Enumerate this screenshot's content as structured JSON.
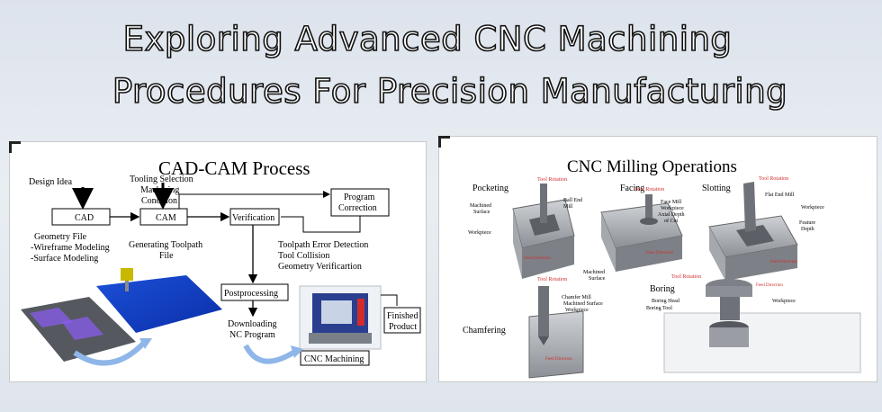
{
  "header": {
    "line1": "Exploring Advanced CNC Machining",
    "line2": "Procedures For Precision Manufacturing"
  },
  "cadcam": {
    "title": "CAD-CAM Process",
    "design_idea": "Design Idea",
    "tooling1": "Tooling Selection",
    "tooling2": "Machining",
    "tooling3": "Condition",
    "cad": "CAD",
    "cam": "CAM",
    "verification": "Verification",
    "program1": "Program",
    "program2": "Correction",
    "geometry1": "Geometry File",
    "geometry2": "-Wireframe Modeling",
    "geometry3": "-Surface Modeling",
    "gen1": "Generating Toolpath",
    "gen2": "File",
    "err1": "Toolpath Error Detection",
    "err2": "Tool Collision",
    "err3": "Geometry Verificartion",
    "postprocessing": "Postprocessing",
    "download1": "Downloading",
    "download2": "NC Program",
    "finished1": "Finished",
    "finished2": "Product",
    "cnc_machining": "CNC Machining"
  },
  "milling": {
    "title": "CNC Milling Operations",
    "pocketing": "Pocketing",
    "facing": "Facing",
    "slotting": "Slotting",
    "boring": "Boring",
    "chamfering": "Chamfering",
    "tool_rotation": "Tool Rotation",
    "feed_direction": "Feed Direction",
    "ball_end_mill_1": "Ball End",
    "ball_end_mill_2": "Mill",
    "machined_surface_1": "Machined",
    "machined_surface_2": "Surface",
    "workpiece": "Workpiece",
    "face_mill": "Face Mill",
    "axial_depth_1": "Axial Depth",
    "axial_depth_2": "of Cut",
    "flat_end_mill": "Flat End Mill",
    "feature_1": "Feature",
    "feature_2": "Depth",
    "chamfer_mill": "Chamfer Mill",
    "machined_surface": "Machined Surface",
    "boring_head": "Boring Head",
    "boring_tool": "Boring Tool"
  },
  "colors": {
    "accent_blue": "#1f5fd6",
    "arrow_blue": "#8fb6e8",
    "machine_blue": "#2a3f8f",
    "steel": "#9a9da3"
  }
}
